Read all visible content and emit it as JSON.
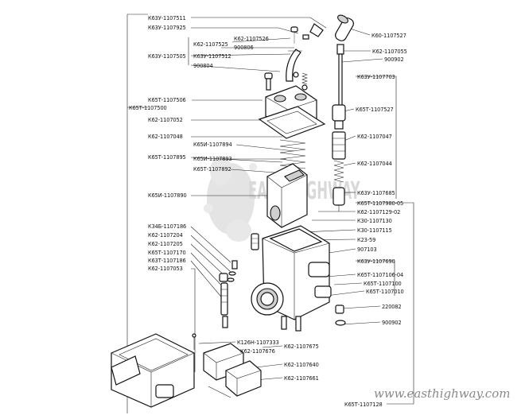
{
  "watermark": {
    "brand": "EAST HIGHWAY",
    "site": "www.easthighway.com"
  },
  "part_numbers": {
    "assembly": "К65Т-1107500",
    "l1": "К63У-1107511",
    "l2": "К63У-1107925",
    "l3": "К62-1107525",
    "l4": "К62-1107526",
    "l5": "900806",
    "l6": "К63У-1107505",
    "l7": "К63У-1107512",
    "l8": "900804",
    "l9": "К65Т-1107506",
    "l10": "К62-1107052",
    "l11": "К62-1107048",
    "l12": "К65И-1107894",
    "l13": "К65Т-1107895",
    "l14": "К65И-1107893",
    "l15": "К65Т-1107892",
    "l16": "К65И-1107890",
    "l17": "К34Б-1107186",
    "l18": "К62-1107204",
    "l19": "К62-1107205",
    "l20": "К65Т-1107170",
    "l21": "К63Т-1107186",
    "l22": "К62-1107053",
    "r1": "К60-1107527",
    "r2": "К62-1107055",
    "r3": "900902",
    "r4": "К63У-1107703",
    "r5": "К65Т-1107527",
    "r6": "К62-1107047",
    "r7": "К62-1107044",
    "r8": "К63У-1107685",
    "r9": "К65Т-1107980-05",
    "r10": "К62-1107129-02",
    "r11": "К30-1107130",
    "r12": "К30-1107115",
    "r13": "К23-59",
    "r14": "907103",
    "r15": "К63У-1107690",
    "r16": "К65Т-1107106-04",
    "r17": "К65Т-1107100",
    "r18": "К65Т-1107010",
    "r19": "220082",
    "r20": "900902",
    "b1": "К126Н-1107333",
    "b2": "К62-1107676",
    "b3": "К62-1107675",
    "b4": "К62-1107640",
    "b5": "К62-1107661",
    "b6": "К65Т-1107128"
  }
}
